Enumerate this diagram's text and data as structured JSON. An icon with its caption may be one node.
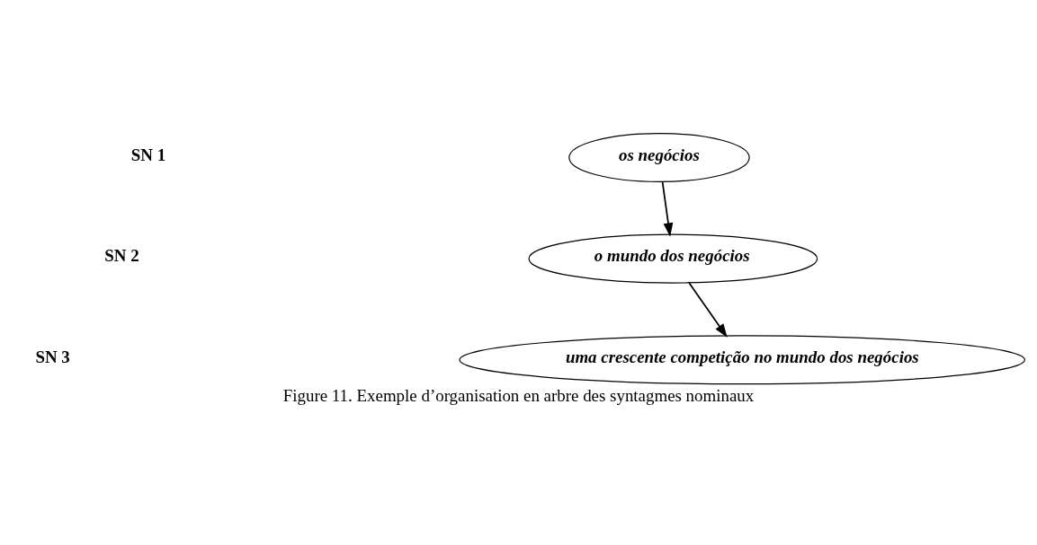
{
  "diagram": {
    "caption": "Figure 11. Exemple d’organisation en arbre des syntagmes nominaux",
    "nodes": [
      {
        "text": [
          "os negócios"
        ]
      },
      {
        "text": [
          "o mundo dos negócios"
        ]
      },
      {
        "text": [
          "uma crescente competição no mundo dos negócios"
        ]
      }
    ],
    "edges": [
      {
        "from": 0,
        "to": 1,
        "arrow": "to"
      },
      {
        "from": 1,
        "to": 2,
        "arrow": "to"
      }
    ],
    "labels": [
      "SN 1",
      "SN 2",
      "SN 3"
    ]
  }
}
